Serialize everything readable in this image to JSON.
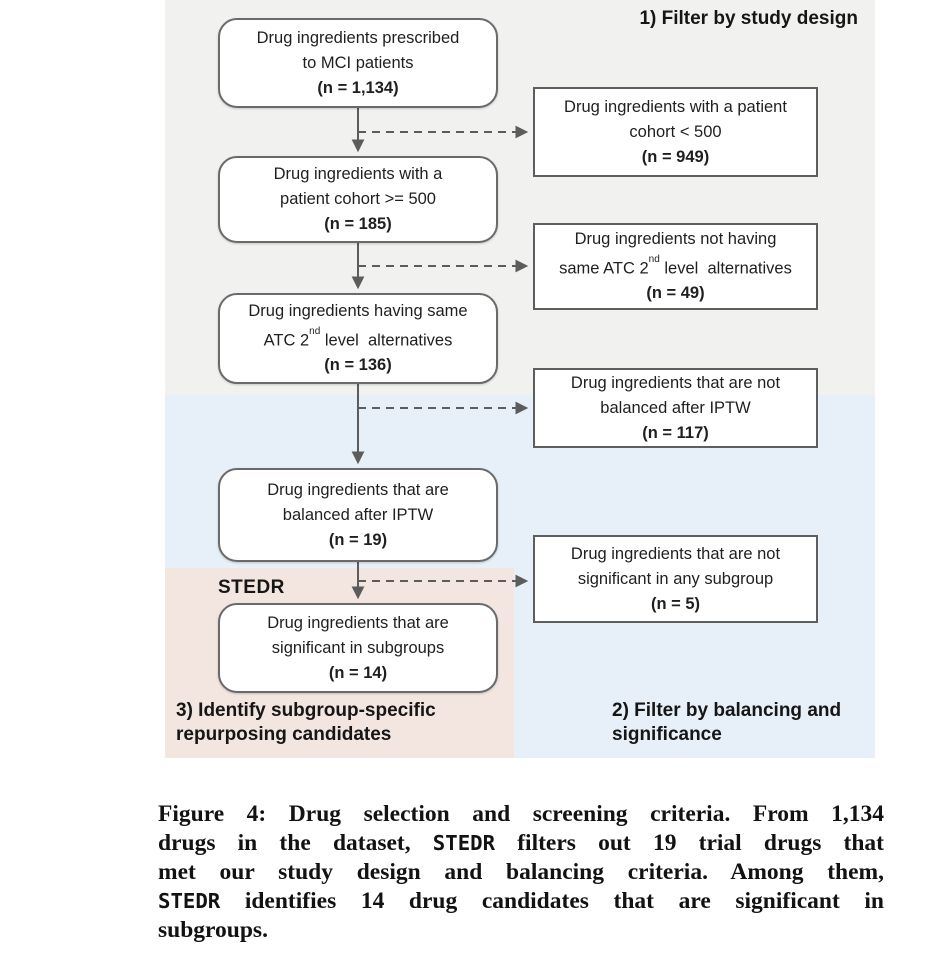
{
  "figure": {
    "colors": {
      "region_study_design": "#f1f1f0",
      "region_balancing": "#e7eff9",
      "region_stedr": "#f3e5e0",
      "main_box_border": "#6a6a6a",
      "side_box_border": "#5e5e5e",
      "arrow": "#5c5c5c"
    },
    "labels": {
      "study_design": "1) Filter by study design",
      "stedr": "STEDR",
      "identify_lines": [
        "3) Identify subgroup-specific",
        "repurposing candidates"
      ],
      "balancing_lines": [
        "2) Filter by balancing and",
        "significance"
      ]
    },
    "main_boxes": [
      {
        "name": "prescribed-to-mci",
        "lines": [
          [
            {
              "t": "Drug ingredients prescribed"
            }
          ],
          [
            {
              "t": "to MCI patients"
            }
          ],
          [
            {
              "t": "(n = 1,134)",
              "b": true
            }
          ]
        ]
      },
      {
        "name": "cohort-ge-500",
        "lines": [
          [
            {
              "t": "Drug ingredients with a"
            }
          ],
          [
            {
              "t": "patient cohort >= 500"
            }
          ],
          [
            {
              "t": "(n = 185)",
              "b": true
            }
          ]
        ]
      },
      {
        "name": "having-same-atc-alternatives",
        "lines": [
          [
            {
              "t": "Drug ingredients having same"
            }
          ],
          [
            {
              "t": "ATC 2"
            },
            {
              "t": "nd",
              "sup": true
            },
            {
              "t": " level  alternatives"
            }
          ],
          [
            {
              "t": "(n = 136)",
              "b": true
            }
          ]
        ]
      },
      {
        "name": "balanced-after-iptw",
        "lines": [
          [
            {
              "t": "Drug ingredients that are"
            }
          ],
          [
            {
              "t": "balanced after IPTW"
            }
          ],
          [
            {
              "t": "(n = 19)",
              "b": true
            }
          ]
        ]
      },
      {
        "name": "significant-in-subgroups",
        "lines": [
          [
            {
              "t": "Drug ingredients that are"
            }
          ],
          [
            {
              "t": "significant in subgroups"
            }
          ],
          [
            {
              "t": "(n = 14)",
              "b": true
            }
          ]
        ]
      }
    ],
    "side_boxes": [
      {
        "name": "cohort-lt-500",
        "lines": [
          [
            {
              "t": "Drug ingredients with a patient"
            }
          ],
          [
            {
              "t": "cohort < 500"
            }
          ],
          [
            {
              "t": "(n = 949)",
              "b": true
            }
          ]
        ]
      },
      {
        "name": "not-having-same-atc-alternatives",
        "lines": [
          [
            {
              "t": "Drug ingredients not having"
            }
          ],
          [
            {
              "t": "same ATC 2"
            },
            {
              "t": "nd",
              "sup": true
            },
            {
              "t": " level  alternatives"
            }
          ],
          [
            {
              "t": "(n = 49)",
              "b": true
            }
          ]
        ]
      },
      {
        "name": "not-balanced-after-iptw",
        "lines": [
          [
            {
              "t": "Drug ingredients that are not"
            }
          ],
          [
            {
              "t": "balanced after IPTW"
            }
          ],
          [
            {
              "t": "(n = 117)",
              "b": true
            }
          ]
        ]
      },
      {
        "name": "not-significant-any-subgroup",
        "lines": [
          [
            {
              "t": "Drug ingredients that are not"
            }
          ],
          [
            {
              "t": "significant in any subgroup"
            }
          ],
          [
            {
              "t": "(n = 5)",
              "b": true
            }
          ]
        ]
      }
    ]
  },
  "caption": {
    "lines": [
      {
        "segments": [
          {
            "t": "Figure 4: Drug selection and screening criteria. From 1,134"
          }
        ]
      },
      {
        "segments": [
          {
            "t": "drugs in the dataset, "
          },
          {
            "t": "STEDR",
            "mono": true
          },
          {
            "t": " filters out 19 trial drugs that"
          }
        ]
      },
      {
        "segments": [
          {
            "t": "met our study design and balancing criteria. Among them,"
          }
        ]
      },
      {
        "segments": [
          {
            "t": "STEDR",
            "mono": true
          },
          {
            "t": " identifies 14 drug candidates that are significant in"
          }
        ]
      },
      {
        "segments": [
          {
            "t": "subgroups."
          }
        ],
        "last": true
      }
    ]
  }
}
